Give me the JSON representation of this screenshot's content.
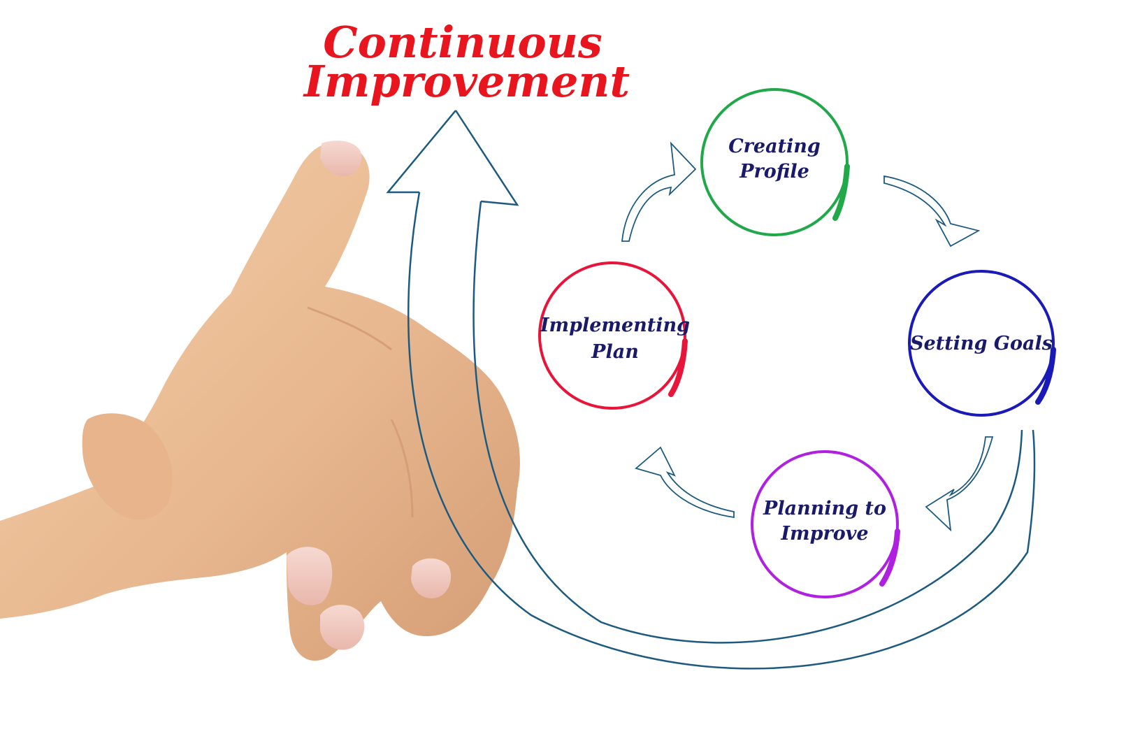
{
  "title": {
    "line1": "Continuous",
    "line2": "Improvement",
    "color": "#e8141e"
  },
  "colors": {
    "arrow": "#1d5a80",
    "text": "#1a1a6b",
    "skin": "#e8b890"
  },
  "nodes": [
    {
      "id": "creating-profile",
      "line1": "Creating",
      "line2": "Profile",
      "color": "#21a84a"
    },
    {
      "id": "setting-goals",
      "line1": "Setting Goals",
      "line2": "",
      "color": "#1a1ab8"
    },
    {
      "id": "planning-to-improve",
      "line1": "Planning to",
      "line2": "Improve",
      "color": "#b020e0"
    },
    {
      "id": "implementing-plan",
      "line1": "Implementing",
      "line2": "Plan",
      "color": "#e8143a"
    }
  ]
}
